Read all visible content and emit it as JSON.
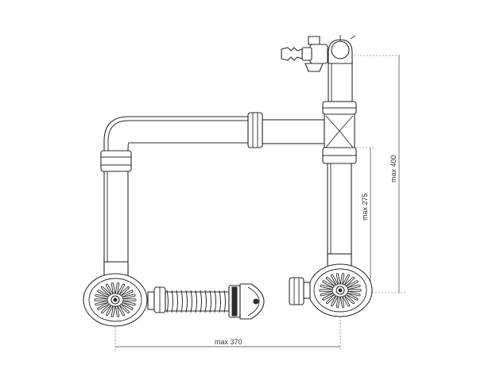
{
  "dimensions": {
    "width_label": "max 370",
    "height_short_label": "max 275",
    "height_tall_label": "max 400"
  },
  "colors": {
    "line": "#2a2a2a",
    "background": "#ffffff"
  }
}
